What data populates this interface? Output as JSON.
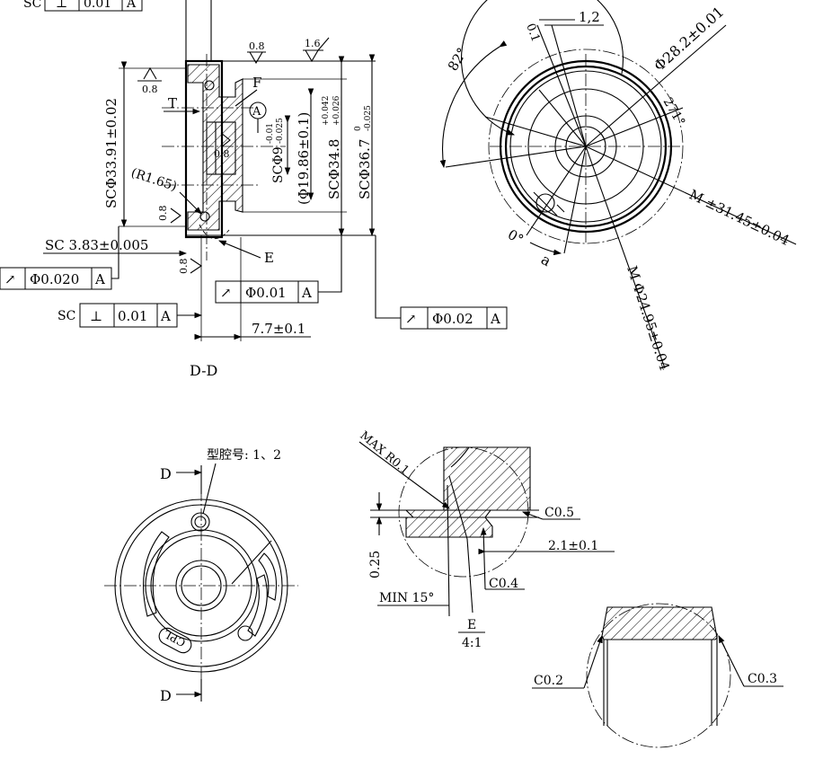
{
  "section_dd": {
    "gdt_perp_top": {
      "prefix": "SC",
      "symbol": "⊥",
      "tol": "0.01",
      "datum": "A"
    },
    "roughness_08_a": "0.8",
    "roughness_16": "1.6",
    "roughness_08_b": "0.8",
    "roughness_08_c": "0.8",
    "roughness_08_d": "0.8",
    "roughness_08_e": "0.8",
    "label_F": "F",
    "label_T": "T",
    "label_E": "E",
    "datum_A": "A",
    "dim_sc3391": "SCΦ33.91±0.02",
    "dim_r165": "(R1.65)",
    "dim_phi9": "SCΦ9",
    "dim_phi9_tol_up": "-0.01",
    "dim_phi9_tol_dn": "-0.025",
    "dim_phi1986": "(Φ19.86±0.1)",
    "dim_sc348": "SCΦ34.8",
    "dim_sc348_tol_up": "+0.042",
    "dim_sc348_tol_dn": "+0.026",
    "dim_sc367": "SCΦ36.7",
    "dim_sc367_tol_up": "0",
    "dim_sc367_tol_dn": "-0.025",
    "dim_sc383": "SC 3.83±0.005",
    "gdt_runout_left": {
      "symbol": "↗",
      "tol": "Φ0.020",
      "datum": "A"
    },
    "gdt_runout_mid": {
      "symbol": "↗",
      "tol": "Φ0.01",
      "datum": "A"
    },
    "gdt_perp_bottom": {
      "prefix": "SC",
      "symbol": "⊥",
      "tol": "0.01",
      "datum": "A"
    },
    "gdt_runout_right": {
      "symbol": "↗",
      "tol": "Φ0.02",
      "datum": "A"
    },
    "dim_77": "7.7±0.1",
    "view_label": "D-D"
  },
  "top_right_view": {
    "angle_82": "82°",
    "dim_01": "0.1",
    "dim_12": "1,2",
    "dim_phi282": "Φ28.2±0.01",
    "angle_271": "271°",
    "dim_m3145": "M ±31.45±0.04",
    "dim_m2495": "M Φ24.95±0.04",
    "angle_0": "0°",
    "label_a": "a"
  },
  "bottom_left_view": {
    "section_d_top": "D",
    "section_d_bottom": "D",
    "cavity_note": "型腔号: 1、2",
    "engraving": "CPL"
  },
  "detail_e": {
    "max_r": "MAX R0.1",
    "dim_025": "0.25",
    "min15": "MIN 15°",
    "c05": "C0.5",
    "dim_21": "2.1±0.1",
    "c04": "C0.4",
    "detail_letter": "E",
    "detail_scale": "4:1"
  },
  "detail_chamfer": {
    "c02": "C0.2",
    "c03": "C0.3"
  }
}
